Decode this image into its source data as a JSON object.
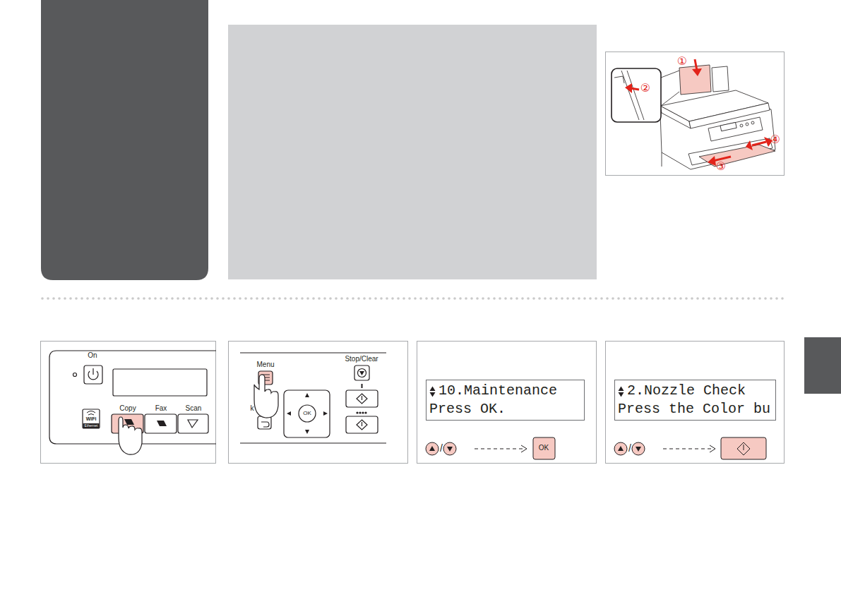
{
  "diagram": {
    "nodes": [
      {
        "text": [
          "10.Maintenance",
          "Press OK."
        ]
      },
      {
        "text": [
          "2.Nozzle Check",
          "Press the Color bu"
        ]
      }
    ],
    "labels": [
      "On",
      "WiFi",
      "Ethernet",
      "Copy",
      "Fax",
      "Scan",
      "Stop/Clear",
      "Menu",
      "k",
      "OK",
      "OK",
      "/",
      "/",
      "①",
      "②",
      "③",
      "④"
    ]
  }
}
